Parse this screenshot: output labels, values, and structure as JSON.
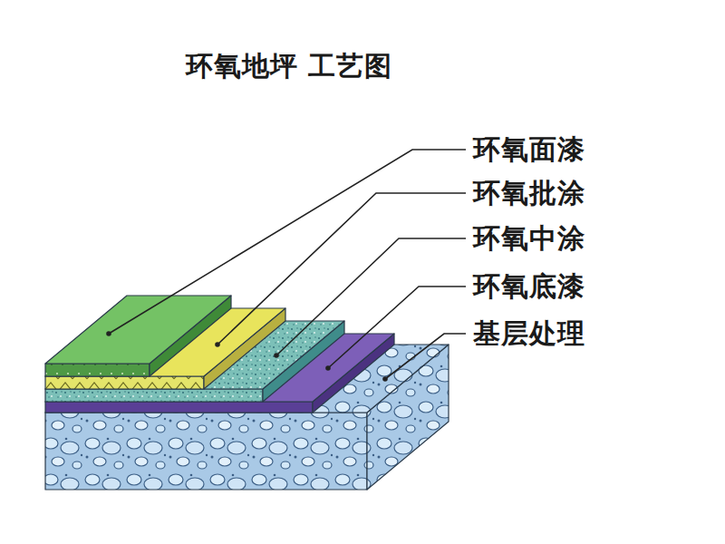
{
  "diagram": {
    "title": "环氧地坪 工艺图",
    "labels": [
      "环氧面漆",
      "环氧批涂",
      "环氧中涂",
      "环氧底漆",
      "基层处理"
    ]
  }
}
